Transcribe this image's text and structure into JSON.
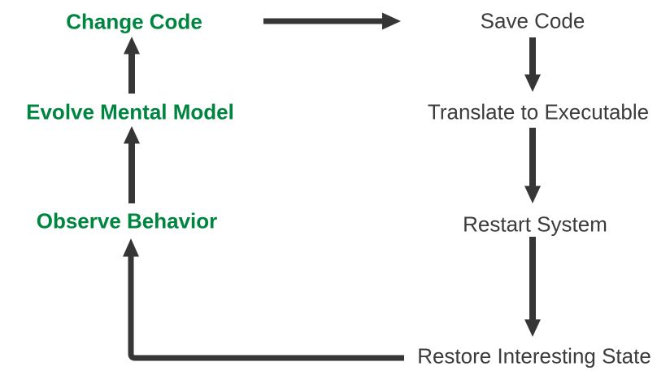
{
  "diagram": {
    "type": "flow-cycle",
    "background": "#ffffff",
    "colors": {
      "left_column_text": "#008540",
      "right_column_text": "#3c3c3c",
      "arrow": "#363636"
    },
    "nodes": {
      "change_code": {
        "label": "Change Code",
        "column": "left",
        "style": "green-bold"
      },
      "evolve_model": {
        "label": "Evolve Mental Model",
        "column": "left",
        "style": "green-bold"
      },
      "observe": {
        "label": "Observe Behavior",
        "column": "left",
        "style": "green-bold"
      },
      "save_code": {
        "label": "Save Code",
        "column": "right",
        "style": "dark-regular"
      },
      "translate": {
        "label": "Translate to Executable",
        "column": "right",
        "style": "dark-regular"
      },
      "restart": {
        "label": "Restart System",
        "column": "right",
        "style": "dark-regular"
      },
      "restore": {
        "label": "Restore Interesting State",
        "column": "right",
        "style": "dark-regular"
      }
    },
    "edges": [
      {
        "from": "Change Code",
        "to": "Save Code",
        "direction": "right"
      },
      {
        "from": "Save Code",
        "to": "Translate to Executable",
        "direction": "down"
      },
      {
        "from": "Translate to Executable",
        "to": "Restart System",
        "direction": "down"
      },
      {
        "from": "Restart System",
        "to": "Restore Interesting State",
        "direction": "down"
      },
      {
        "from": "Restore Interesting State",
        "to": "Observe Behavior",
        "direction": "left-then-up"
      },
      {
        "from": "Observe Behavior",
        "to": "Evolve Mental Model",
        "direction": "up"
      },
      {
        "from": "Evolve Mental Model",
        "to": "Change Code",
        "direction": "up"
      }
    ]
  }
}
